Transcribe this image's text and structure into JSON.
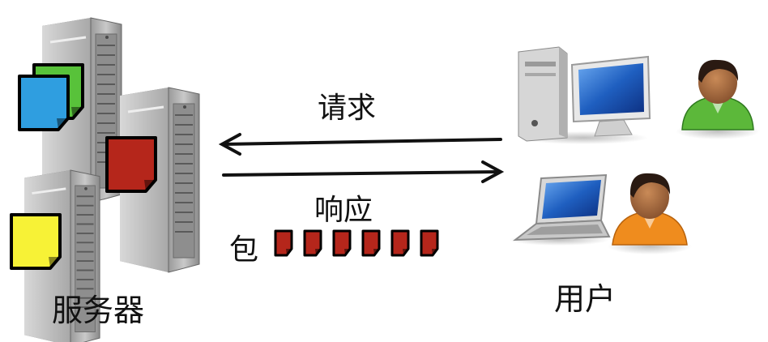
{
  "labels": {
    "request": "请求",
    "response": "响应",
    "packet": "包",
    "servers": "服务器",
    "users": "用户"
  },
  "icons": {
    "server": "server-tower-icon",
    "desktop": "desktop-computer-icon",
    "laptop": "laptop-icon",
    "user": "user-avatar-icon",
    "document": "document-icon"
  },
  "colors": {
    "document_blue": "#2f9ee0",
    "document_green": "#58c23a",
    "document_red": "#b5261b",
    "document_yellow": "#f7f236",
    "user_green_shirt": "#5cb83a",
    "user_orange_shirt": "#ef8c1e",
    "screen_blue": "#1f5fc0",
    "arrow": "#111111"
  },
  "packet_count": 6
}
